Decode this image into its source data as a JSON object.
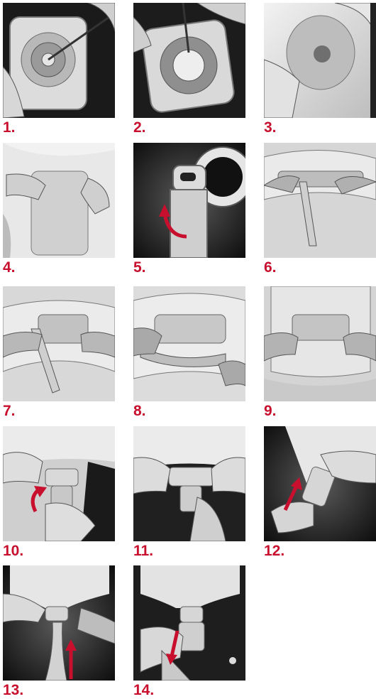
{
  "accent_color": "#c8102e",
  "steps": [
    {
      "number": "1."
    },
    {
      "number": "2."
    },
    {
      "number": "3."
    },
    {
      "number": "4."
    },
    {
      "number": "5."
    },
    {
      "number": "6."
    },
    {
      "number": "7."
    },
    {
      "number": "8."
    },
    {
      "number": "9."
    },
    {
      "number": "10."
    },
    {
      "number": "11."
    },
    {
      "number": "12."
    },
    {
      "number": "13."
    },
    {
      "number": "14."
    }
  ]
}
